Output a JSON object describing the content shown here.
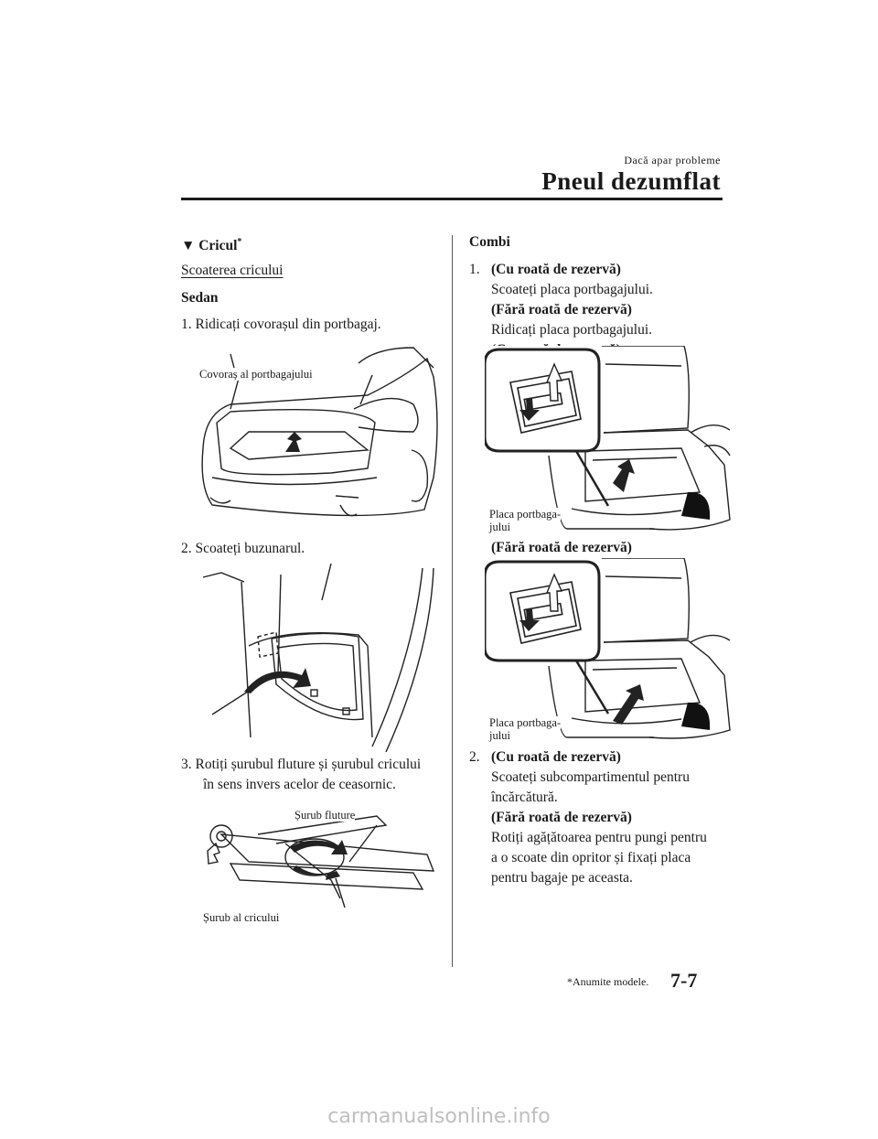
{
  "header": {
    "section": "Dacă apar probleme",
    "title": "Pneul dezumflat"
  },
  "left": {
    "heading_marker": "▼",
    "heading": "Cricul",
    "heading_sup": "*",
    "subheading": "Scoaterea cricului",
    "sedan": "Sedan",
    "step1": "1.  Ridicați covorașul din portbagaj.",
    "fig1_label": "Covoraș al portbagajului",
    "step2": "2.  Scoateți buzunarul.",
    "step3_line1": "3.  Rotiți șurubul fluture și șurubul cricului",
    "step3_line2": "în sens invers acelor de ceasornic.",
    "fig3_label_wing": "Șurub fluture",
    "fig3_label_jack": "Șurub al cricului"
  },
  "right": {
    "combi": "Combi",
    "s1_num": "1.",
    "s1_with": "(Cu roată de rezervă)",
    "s1_with_text": "Scoateți placa portbagajului.",
    "s1_without": "(Fără roată de rezervă)",
    "s1_without_text": "Ridicați placa portbagajului.",
    "fig_a_caption": "(Cu roată de rezervă)",
    "fig_a_label_1": "Placa portbaga-",
    "fig_a_label_2": "jului",
    "fig_b_caption": "(Fără roată de rezervă)",
    "fig_b_label_1": "Placa portbaga-",
    "fig_b_label_2": "jului",
    "s2_num": "2.",
    "s2_with": "(Cu roată de rezervă)",
    "s2_with_l1": "Scoateți subcompartimentul pentru",
    "s2_with_l2": "încărcătură.",
    "s2_without": "(Fără roată de rezervă)",
    "s2_without_l1": "Rotiți agățătoarea pentru pungi pentru",
    "s2_without_l2": "a o scoate din opritor și fixați placa",
    "s2_without_l3": "pentru bagaje pe aceasta."
  },
  "footer": {
    "note": "*Anumite modele.",
    "page": "7-7"
  },
  "watermark": "carmanualsonline.info"
}
